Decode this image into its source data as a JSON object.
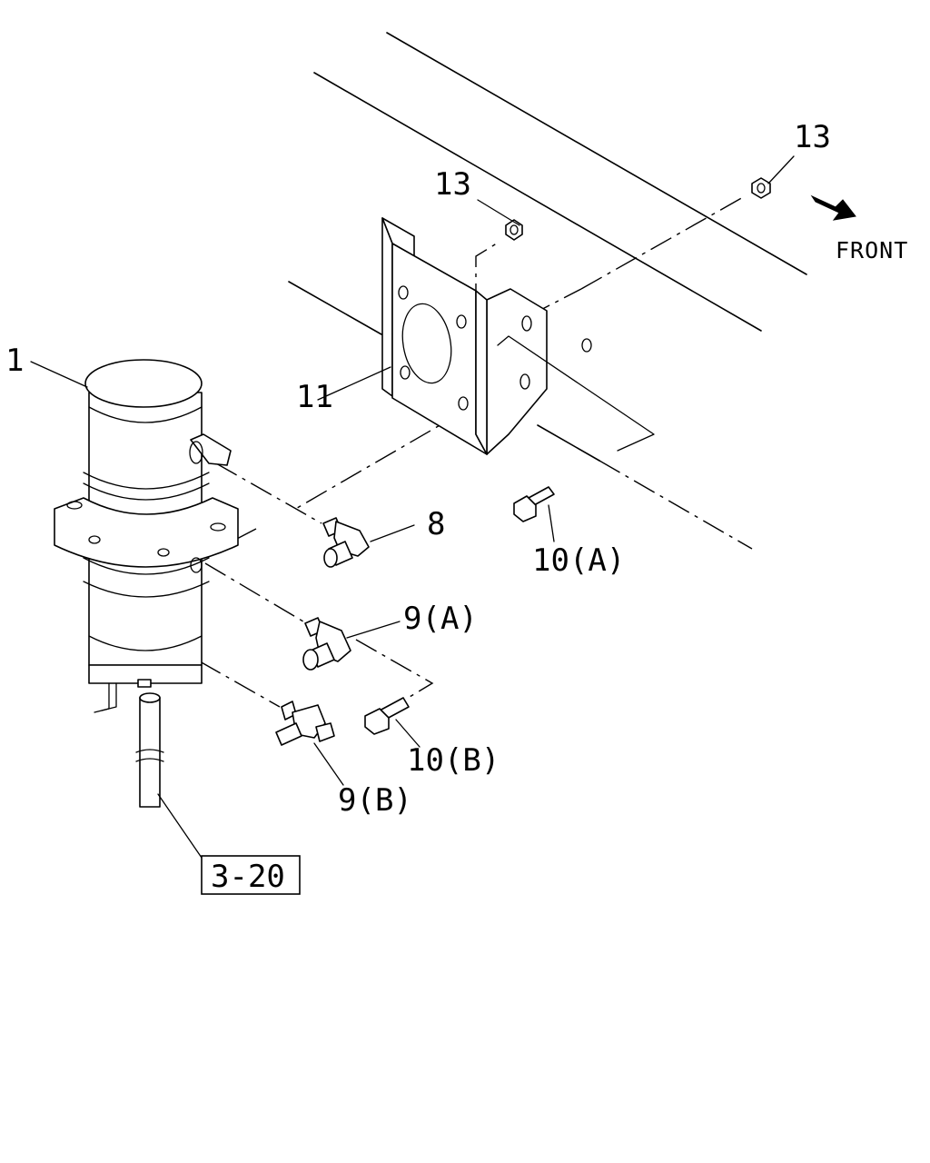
{
  "callouts": {
    "part_1": "1",
    "part_8": "8",
    "part_9a": "9(A)",
    "part_9b": "9(B)",
    "part_10a": "10(A)",
    "part_10b": "10(B)",
    "part_11": "11",
    "part_13_left": "13",
    "part_13_right": "13"
  },
  "reference_box": "3-20",
  "direction": {
    "label": "FRONT",
    "icon": "front-arrow-icon"
  }
}
